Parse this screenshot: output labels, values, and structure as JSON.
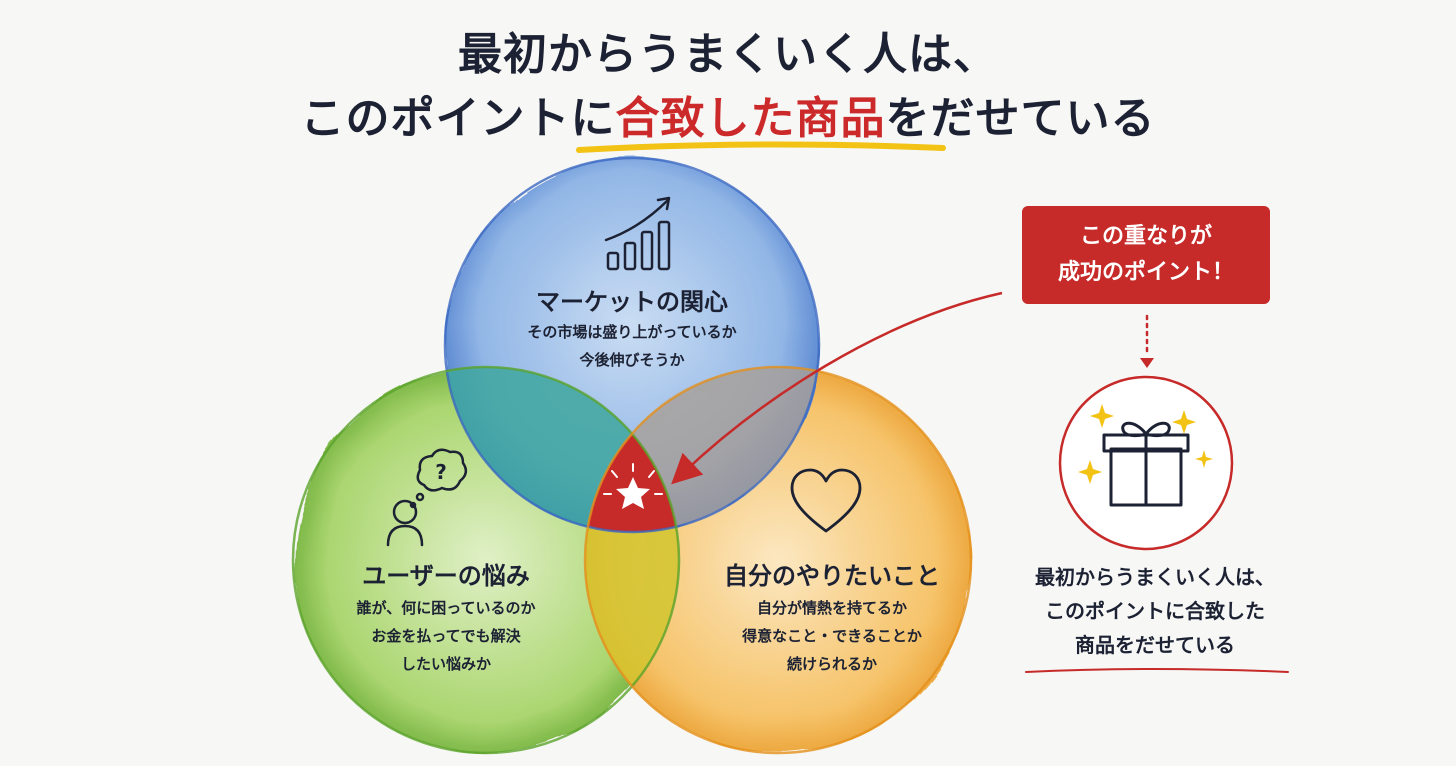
{
  "title": {
    "line1": "最初からうまくいく人は、",
    "line2_pre": "このポイントに",
    "line2_highlight": "合致した商品",
    "line2_post": "をだせている"
  },
  "circles": {
    "market": {
      "title": "マーケットの関心",
      "desc": [
        "その市場は盛り上がっているか",
        "今後伸びそうか"
      ],
      "icon": "rising-bar-chart-icon",
      "color": "#5b8fd6"
    },
    "user": {
      "title": "ユーザーの悩み",
      "desc": [
        "誰が、何に困っているのか",
        "お金を払ってでも解決",
        "したい悩みか"
      ],
      "icon": "person-question-icon",
      "color": "#7fbf3f"
    },
    "self": {
      "title": "自分のやりたいこと",
      "desc": [
        "自分が情熱を持てるか",
        "得意なこと・できることか",
        "続けられるか"
      ],
      "icon": "heart-icon",
      "color": "#f0a830"
    }
  },
  "center": {
    "icon": "star-icon",
    "color": "#c62a29"
  },
  "callout": {
    "line1": "この重なりが",
    "line2": "成功のポイント！",
    "color": "#c62a29"
  },
  "gift": {
    "icon": "gift-box-icon",
    "sparkle_icon": "sparkle-icon"
  },
  "side_text": [
    "最初からうまくいく人は、",
    "このポイントに合致した",
    "商品をだせている"
  ],
  "colors": {
    "dark_text": "#1c2233",
    "accent_red": "#cc2a2a",
    "underline_yellow": "#f2c315"
  }
}
